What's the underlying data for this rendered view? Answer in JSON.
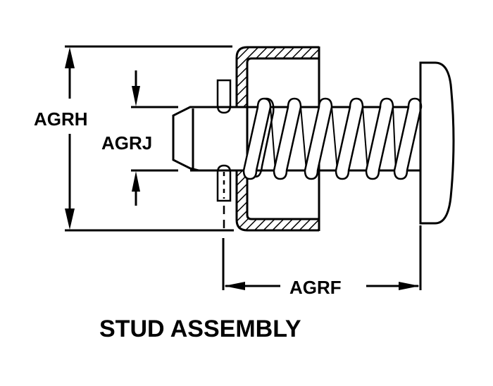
{
  "title": "STUD ASSEMBLY",
  "dimensions": {
    "overall_height": "AGRH",
    "tip_diameter": "AGRJ",
    "length": "AGRF"
  },
  "colors": {
    "ink": "#000000",
    "background": "#ffffff"
  }
}
